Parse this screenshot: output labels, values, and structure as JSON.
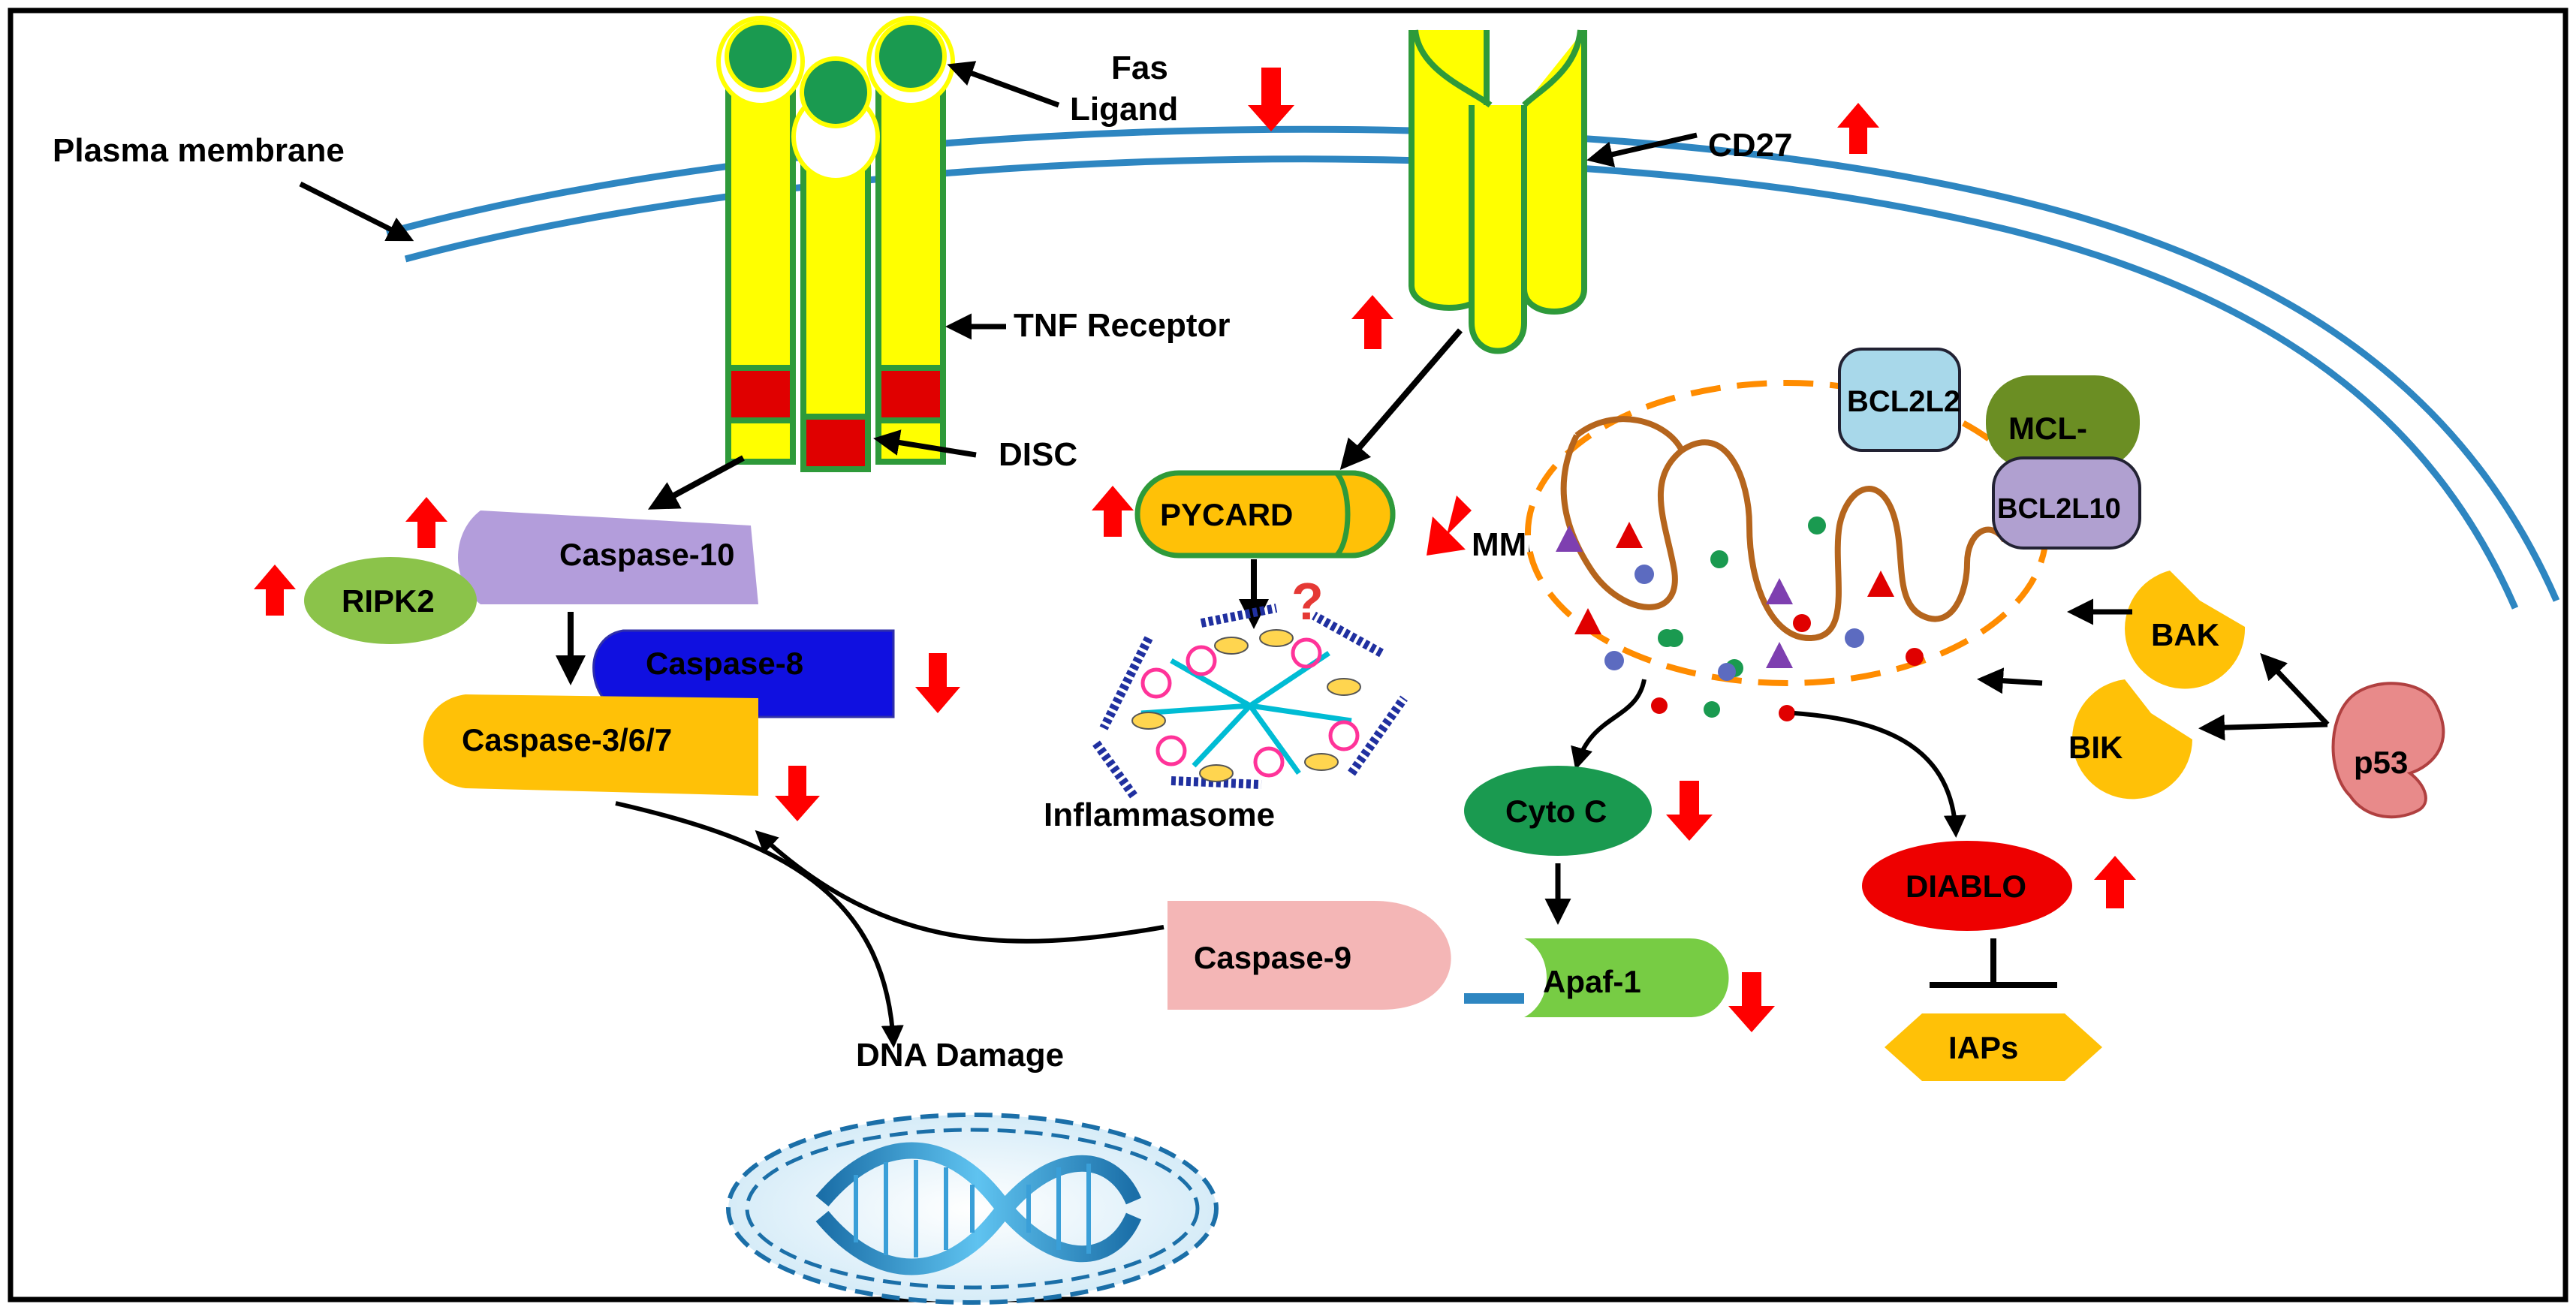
{
  "labels": {
    "plasma_membrane": "Plasma membrane",
    "fas_ligand_line1": "Fas",
    "fas_ligand_line2": "Ligand",
    "tnf_receptor": "TNF Receptor",
    "disc": "DISC",
    "cd27": "CD27",
    "mmp": "MMP",
    "inflammasome": "Inflammasome",
    "dna_damage": "DNA Damage",
    "question": "?"
  },
  "nodes": {
    "caspase10": "Caspase-10",
    "ripk2": "RIPK2",
    "caspase8": "Caspase-8",
    "caspase367": "Caspase-3/6/7",
    "pycard": "PYCARD",
    "bcl2l2": "BCL2L2",
    "mcl": "MCL-",
    "bcl2l10": "BCL2L10",
    "bak": "BAK",
    "bik": "BIK",
    "p53": "p53",
    "cytoc": "Cyto C",
    "diablo": "DIABLO",
    "iaps": "IAPs",
    "caspase9": "Caspase-9",
    "apaf1": "Apaf-1"
  },
  "colors": {
    "membrane": "#2e86c1",
    "receptor": "#ffff00",
    "receptor_outline": "#2e9a3a",
    "ligand": "#1a9a50",
    "disc": "#e00000",
    "regulation_arrow": "#ff0000",
    "caspase10": "#b39ddb",
    "ripk2": "#8bc34a",
    "caspase8": "#1010e0",
    "caspase367": "#ffc107",
    "pycard": "#ffc107",
    "bcl2l2": "#a8d8ea",
    "mcl": "#6b8e23",
    "bcl2l10": "#b0a0d0",
    "bak_bik": "#ffc107",
    "p53": "#e88a8a",
    "cytoc": "#1a9a50",
    "diablo": "#ee0000",
    "iaps": "#ffc107",
    "caspase9": "#f4b6b6",
    "apaf1": "#77cc44",
    "mitochondria": "#b5651d",
    "mito_membrane": "#ff8c00"
  },
  "regulation": {
    "fas_ligand": "down",
    "tnf_receptor": "up",
    "cd27": "up",
    "caspase10": "up",
    "ripk2": "up",
    "caspase8": "down",
    "caspase367": "down",
    "pycard": "up",
    "mmp": "down",
    "cytoc": "down",
    "diablo": "up",
    "apaf1": "down"
  }
}
